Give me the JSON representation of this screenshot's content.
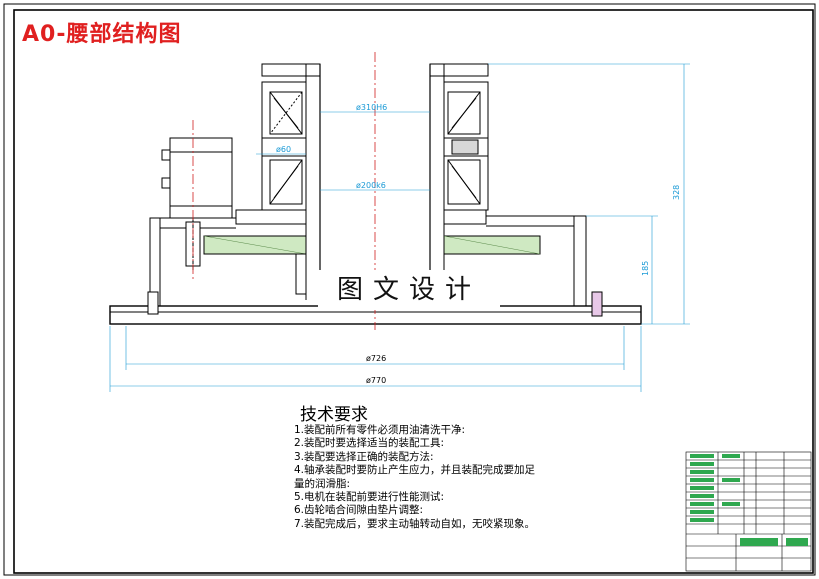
{
  "title": "A0-腰部结构图",
  "watermark": "图文设计",
  "dimensions": {
    "bore_upper": "ø310H6",
    "bore_lower": "ø200k6",
    "motor_small": "ø60",
    "inner_base": "ø726",
    "outer_base": "ø770",
    "height_total": "328",
    "height_partial": "185"
  },
  "requirements": {
    "heading": "技术要求",
    "items": [
      "1.装配前所有零件必须用油清洗干净:",
      "2.装配时要选择适当的装配工具:",
      "3.装配要选择正确的装配方法:",
      "4.轴承装配时要防止产生应力，并且装配完成要加足",
      "量的润滑脂:",
      "5.电机在装配前要进行性能测试:",
      "6.齿轮啮合间隙由垫片调整:",
      "7.装配完成后，要求主动轴转动自如，无咬紧现象。"
    ]
  }
}
